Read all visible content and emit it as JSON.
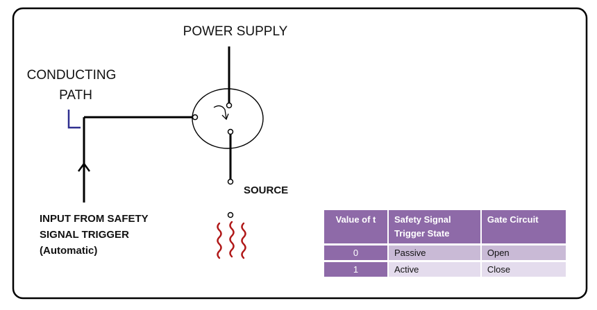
{
  "labels": {
    "power_supply": "POWER SUPPLY",
    "conducting_path_line1": "CONDUCTING",
    "conducting_path_line2": "PATH",
    "source": "SOURCE",
    "input_line1": "INPUT FROM SAFETY",
    "input_line2": "SIGNAL TRIGGER",
    "input_line3": "(Automatic)"
  },
  "table": {
    "headers": [
      [
        "Value of t"
      ],
      [
        "Safety Signal",
        "Trigger State"
      ],
      [
        "Gate Circuit"
      ]
    ],
    "rows": [
      [
        "0",
        "Passive",
        "Open"
      ],
      [
        "1",
        "Active",
        "Close"
      ]
    ]
  },
  "colors": {
    "frame": "#000000",
    "bracket": "#2f2f8f",
    "heat_waves": "#b01818",
    "table_header": "#8e6aa8",
    "table_row_0": "#c9bad6",
    "table_row_1": "#e4dced"
  }
}
